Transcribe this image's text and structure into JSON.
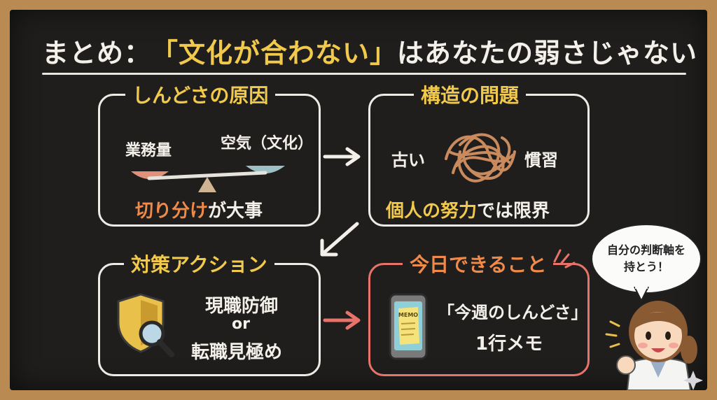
{
  "title": {
    "part1": "まとめ：",
    "highlight": "「文化が合わない」",
    "part2": "はあなたの弱さじゃない"
  },
  "box1": {
    "title": "しんどさの原因",
    "left_label": "業務量",
    "right_label": "空気（文化）",
    "caption_highlight": "切り分け",
    "caption_rest": "が大事"
  },
  "box2": {
    "title": "構造の問題",
    "left_label": "古い",
    "right_label": "慣習",
    "caption_highlight": "個人の努力",
    "caption_rest": "では限界"
  },
  "box3": {
    "title": "対策アクション",
    "line1": "現職防御",
    "line2": "or",
    "line3": "転職見極め"
  },
  "box4": {
    "title": "今日できること",
    "memo_icon_text": "MEMO",
    "line1": "「今週のしんどさ」",
    "line2": "1行メモ"
  },
  "bubble": {
    "line1": "自分の判断軸を",
    "line2": "持とう！"
  },
  "colors": {
    "board": "#1f1e1d",
    "frame": "#b98a52",
    "chalk": "#ecebe6",
    "yellow": "#f1c94c",
    "orange": "#f08a4b",
    "red": "#e8736a"
  }
}
